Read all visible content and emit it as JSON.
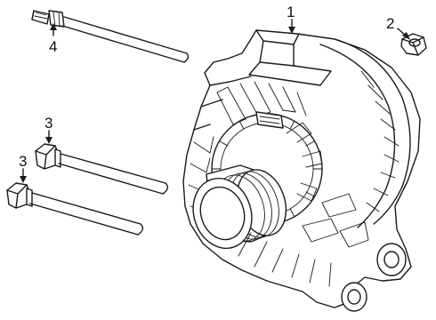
{
  "callouts": {
    "alternator": "1",
    "nut": "2",
    "bolt_upper": "3",
    "bolt_lower": "3",
    "stud": "4"
  },
  "colors": {
    "line": "#1a1a1a",
    "background": "#ffffff"
  },
  "icons": [
    "alternator-drawing",
    "nut-drawing",
    "bolt-drawing",
    "stud-drawing",
    "leader-arrow"
  ]
}
